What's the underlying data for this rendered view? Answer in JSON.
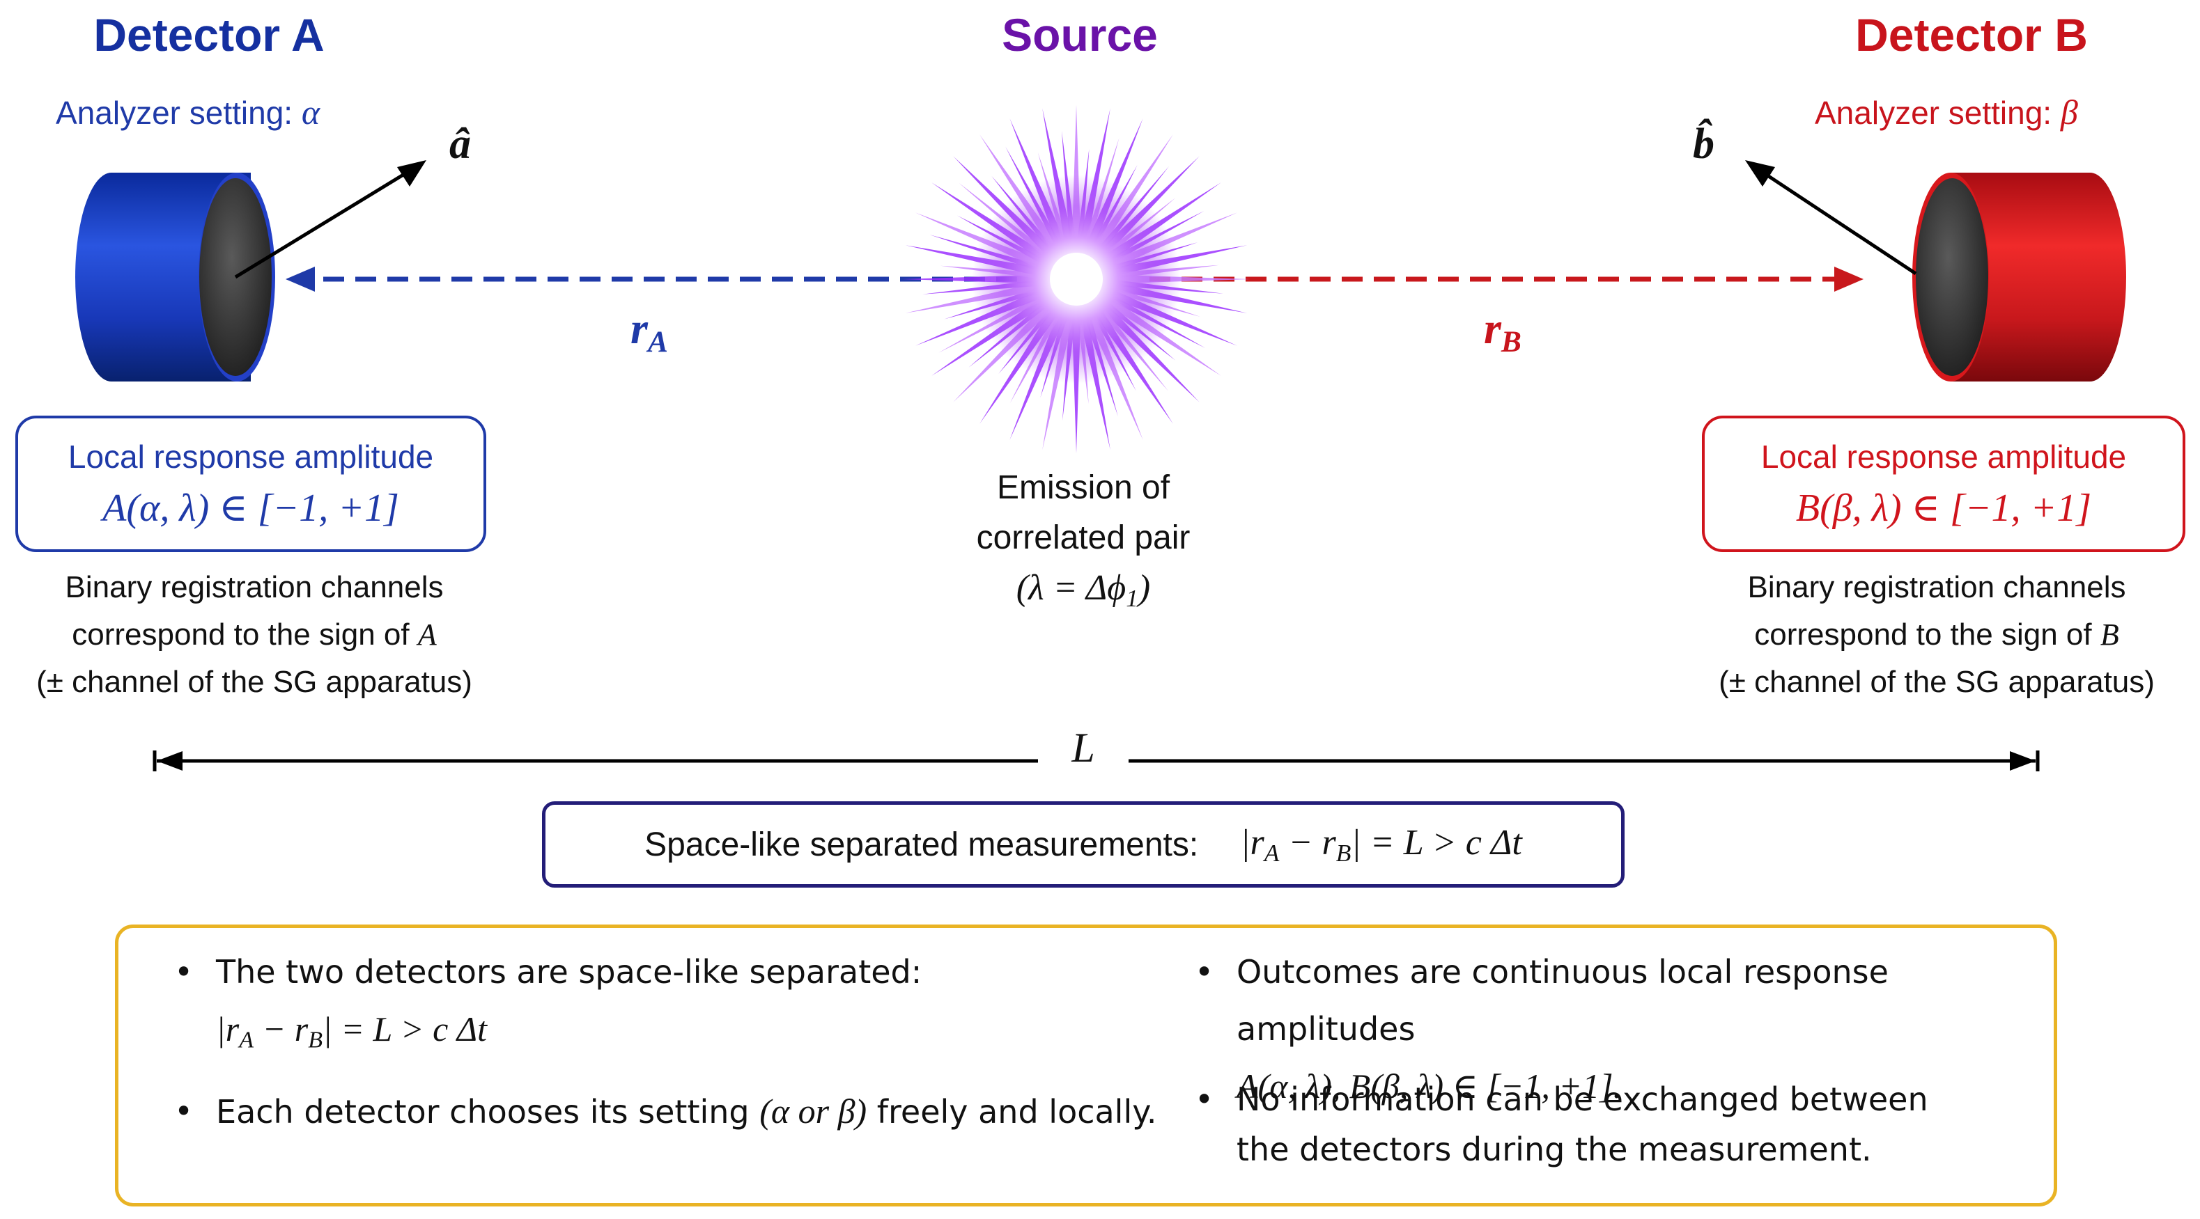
{
  "detector_a": {
    "title": "Detector A",
    "setting_label": "Analyzer setting:",
    "setting_symbol": "α",
    "vector_label": "â",
    "distance_label": "r",
    "distance_sub": "A",
    "response_label": "Local response amplitude",
    "response_formula": "A(α, λ) ∈ [−1, +1]",
    "channels_line1": "Binary registration channels",
    "channels_line2": "correspond to the sign of",
    "channels_symbol": "A",
    "channels_line3": "(± channel of the SG apparatus)",
    "color": "#1f3aa8"
  },
  "source": {
    "title": "Source",
    "emission_line1": "Emission of",
    "emission_line2": "correlated pair",
    "emission_formula": "(λ = Δϕ",
    "emission_sub": "1",
    "emission_close": ")",
    "color": "#8a2be2"
  },
  "detector_b": {
    "title": "Detector B",
    "setting_label": "Analyzer setting:",
    "setting_symbol": "β",
    "vector_label": "b̂",
    "distance_label": "r",
    "distance_sub": "B",
    "response_label": "Local response amplitude",
    "response_formula": "B(β, λ) ∈ [−1, +1]",
    "channels_line1": "Binary registration channels",
    "channels_line2": "correspond to the sign of",
    "channels_symbol": "B",
    "channels_line3": "(± channel of the SG apparatus)",
    "color": "#d0141c"
  },
  "separation": {
    "label": "L",
    "box_text": "Space-like separated measurements:",
    "eq_part1": "|r",
    "eq_sub_a": "A",
    "eq_part2": " − r",
    "eq_sub_b": "B",
    "eq_part3": "| = L > c Δt"
  },
  "notes": {
    "bullet_symbol": "•",
    "b1_line1": "The two detectors are space-like separated:",
    "b1_eq_part1": "|r",
    "b1_eq_sub_a": "A",
    "b1_eq_part2": " − r",
    "b1_eq_sub_b": "B",
    "b1_eq_part3": "| = L > c Δt",
    "b2_pre": "Each detector chooses its setting",
    "b2_math": "(α or β)",
    "b2_post": "freely and locally.",
    "b3_line1": "Outcomes are continuous local response amplitudes",
    "b3_line2": "A(α, λ), B(β, λ) ∈ [−1, +1].",
    "b4_line1": "No information can be exchanged between",
    "b4_line2": "the detectors during the measurement."
  },
  "colors": {
    "box_outline_separation": "#231d78",
    "box_outline_notes": "#e9b324"
  }
}
